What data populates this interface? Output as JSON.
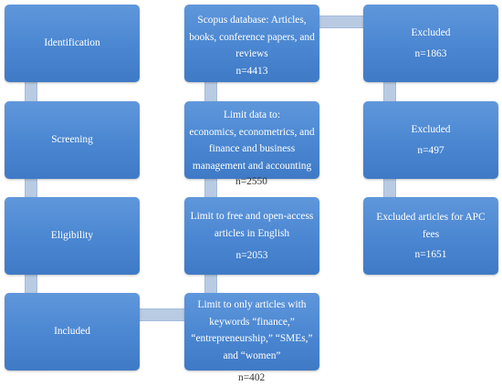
{
  "stages": [
    {
      "label": "Identification"
    },
    {
      "label": "Screening"
    },
    {
      "label": "Eligibility"
    },
    {
      "label": "Included"
    }
  ],
  "steps": [
    {
      "lines": [
        "Scopus database: Articles,",
        "books, conference papers, and",
        "reviews"
      ],
      "count": "n=4413"
    },
    {
      "lines": [
        "Limit data to:",
        "economics, econometrics, and",
        "finance and business",
        "management and accounting"
      ],
      "count": "n=2550"
    },
    {
      "lines": [
        "Limit to free and open-access",
        "articles in English"
      ],
      "count": "n=2053"
    },
    {
      "lines": [
        "Limit to only articles with",
        "keywords “finance,”",
        "“entrepreneurship,” “SMEs,”",
        "and “women”"
      ],
      "count": "n=402"
    }
  ],
  "exclusions": [
    {
      "lines": [
        "Excluded"
      ],
      "count": "n=1863"
    },
    {
      "lines": [
        "Excluded"
      ],
      "count": "n=497"
    },
    {
      "lines": [
        "Excluded articles for APC",
        "fees"
      ],
      "count": "n=1651"
    }
  ],
  "colors": {
    "box": "#4a86d1",
    "connector": "#b9cbe3",
    "text": "#ffffff"
  }
}
